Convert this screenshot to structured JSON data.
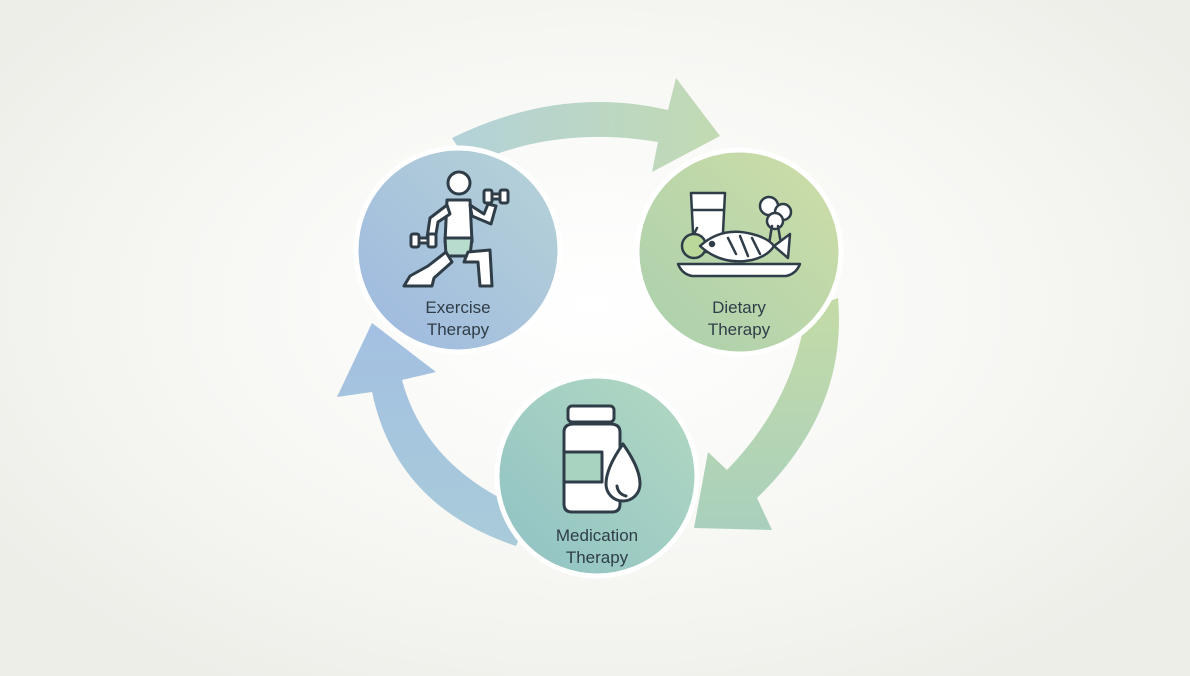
{
  "nodes": {
    "exercise": {
      "line1": "Exercise",
      "line2": "Therapy",
      "icon": "exercise-person-dumbbell-icon"
    },
    "dietary": {
      "line1": "Dietary",
      "line2": "Therapy",
      "icon": "plate-fish-vegetables-icon"
    },
    "medication": {
      "line1": "Medication",
      "line2": "Therapy",
      "icon": "medicine-bottle-drop-icon"
    }
  },
  "colors": {
    "blue": "#a7c2e2",
    "green": "#c5dba8",
    "teal": "#9fcfc6",
    "icon_stroke": "#2f3d48"
  }
}
